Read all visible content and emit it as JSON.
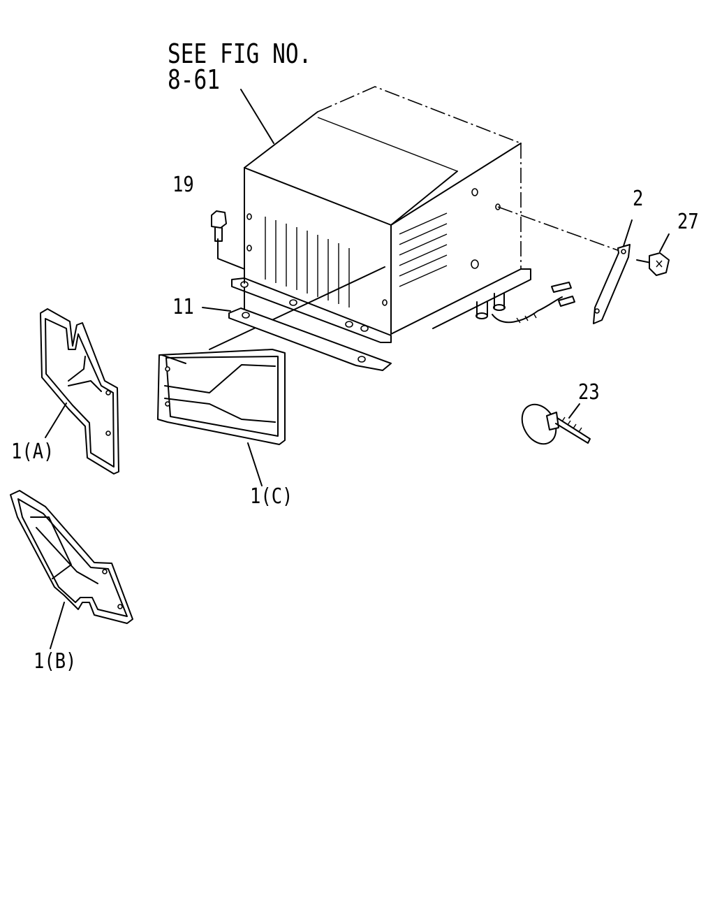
{
  "reference": {
    "line1": "SEE FIG NO.",
    "line2": "8-61"
  },
  "callouts": {
    "part_19": "19",
    "part_2": "2",
    "part_27": "27",
    "part_11": "11",
    "part_23": "23",
    "part_1a": "1(A)",
    "part_1b": "1(B)",
    "part_1c": "1(C)"
  },
  "colors": {
    "line": "#000000",
    "background": "#ffffff"
  }
}
